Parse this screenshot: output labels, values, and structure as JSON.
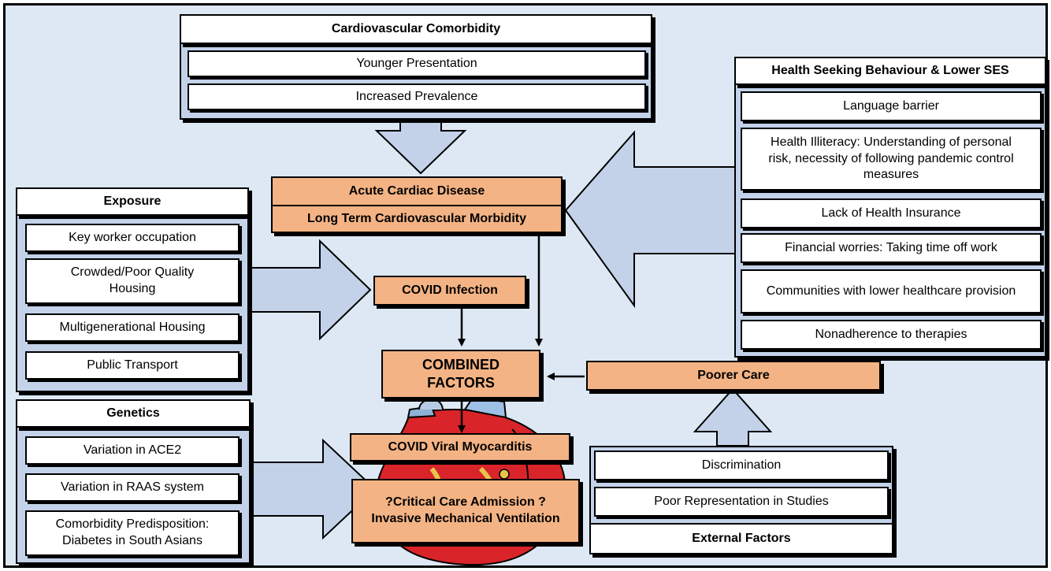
{
  "cardiovascular": {
    "title": "Cardiovascular Comorbidity",
    "items": [
      "Younger Presentation",
      "Increased Prevalence"
    ]
  },
  "health_seeking": {
    "title": "Health Seeking Behaviour & Lower SES",
    "items": [
      "Language barrier",
      "Health Illiteracy: Understanding of personal risk, necessity of following pandemic control measures",
      "Lack of Health Insurance",
      "Financial worries: Taking time off work",
      "Communities with lower healthcare provision",
      "Nonadherence to therapies"
    ]
  },
  "exposure": {
    "title": "Exposure",
    "items": [
      "Key worker occupation",
      "Crowded/Poor Quality Housing",
      "Multigenerational Housing",
      "Public Transport"
    ]
  },
  "genetics": {
    "title": "Genetics",
    "items": [
      "Variation in ACE2",
      "Variation in RAAS system",
      "Comorbidity Predisposition: Diabetes in South Asians"
    ]
  },
  "external": {
    "title": "External Factors",
    "items": [
      "Discrimination",
      "Poor Representation in Studies"
    ]
  },
  "center": {
    "acute_cardiac": "Acute Cardiac Disease",
    "long_term": "Long Term Cardiovascular Morbidity",
    "covid_infection": "COVID Infection",
    "combined": "COMBINED FACTORS",
    "poorer_care": "Poorer Care",
    "myocarditis": "COVID Viral Myocarditis",
    "critical_care": "?Critical Care Admission ?Invasive Mechanical Ventilation"
  },
  "colors": {
    "panel_fill": "#c3d2e9",
    "outcome_fill": "#f4b384",
    "background": "#dde8f4"
  }
}
